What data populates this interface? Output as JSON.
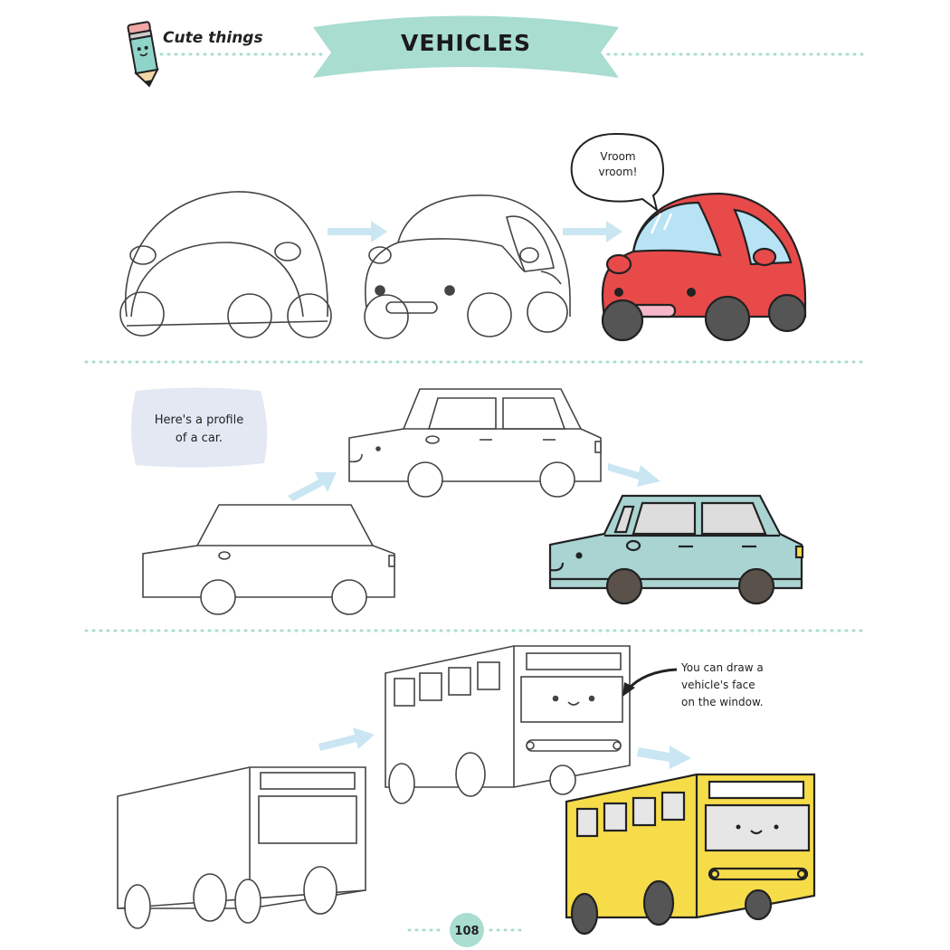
{
  "header": {
    "section_label": "Cute things",
    "title": "VEHICLES",
    "icon": "pencil-icon"
  },
  "step_car": {
    "speech_line1": "Vroom",
    "speech_line2": "vroom!",
    "color": "#e84a4a"
  },
  "profile_car": {
    "note_line1": "Here's a profile",
    "note_line2": "of a car.",
    "color": "#a9d4d2",
    "note_bg": "#e3e8f3"
  },
  "bus": {
    "note_line1": "You can draw a",
    "note_line2": "vehicle's face",
    "note_line3": "on the window.",
    "color": "#f7dc4a"
  },
  "footer": {
    "page_number": "108"
  },
  "colors": {
    "accent": "#a8ddd0",
    "arrow": "#c9e6f2",
    "outline": "#444444"
  }
}
